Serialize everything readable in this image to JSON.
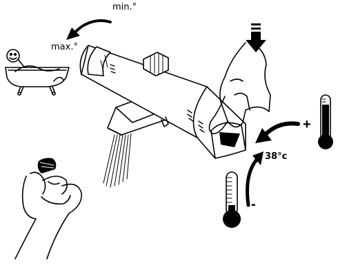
{
  "labels": {
    "min": "min.°",
    "max": "max.°",
    "temperature": "38°c",
    "plus": "+",
    "minus": "-"
  },
  "icons": {
    "bathtub": "bathtub-with-smiley-icon",
    "thermometer_hot": "thermometer-hot-icon",
    "thermometer_cold": "thermometer-cold-icon",
    "push_arrow": "down-arrow-icon"
  },
  "colors": {
    "ink": "#000000",
    "background": "#ffffff"
  }
}
